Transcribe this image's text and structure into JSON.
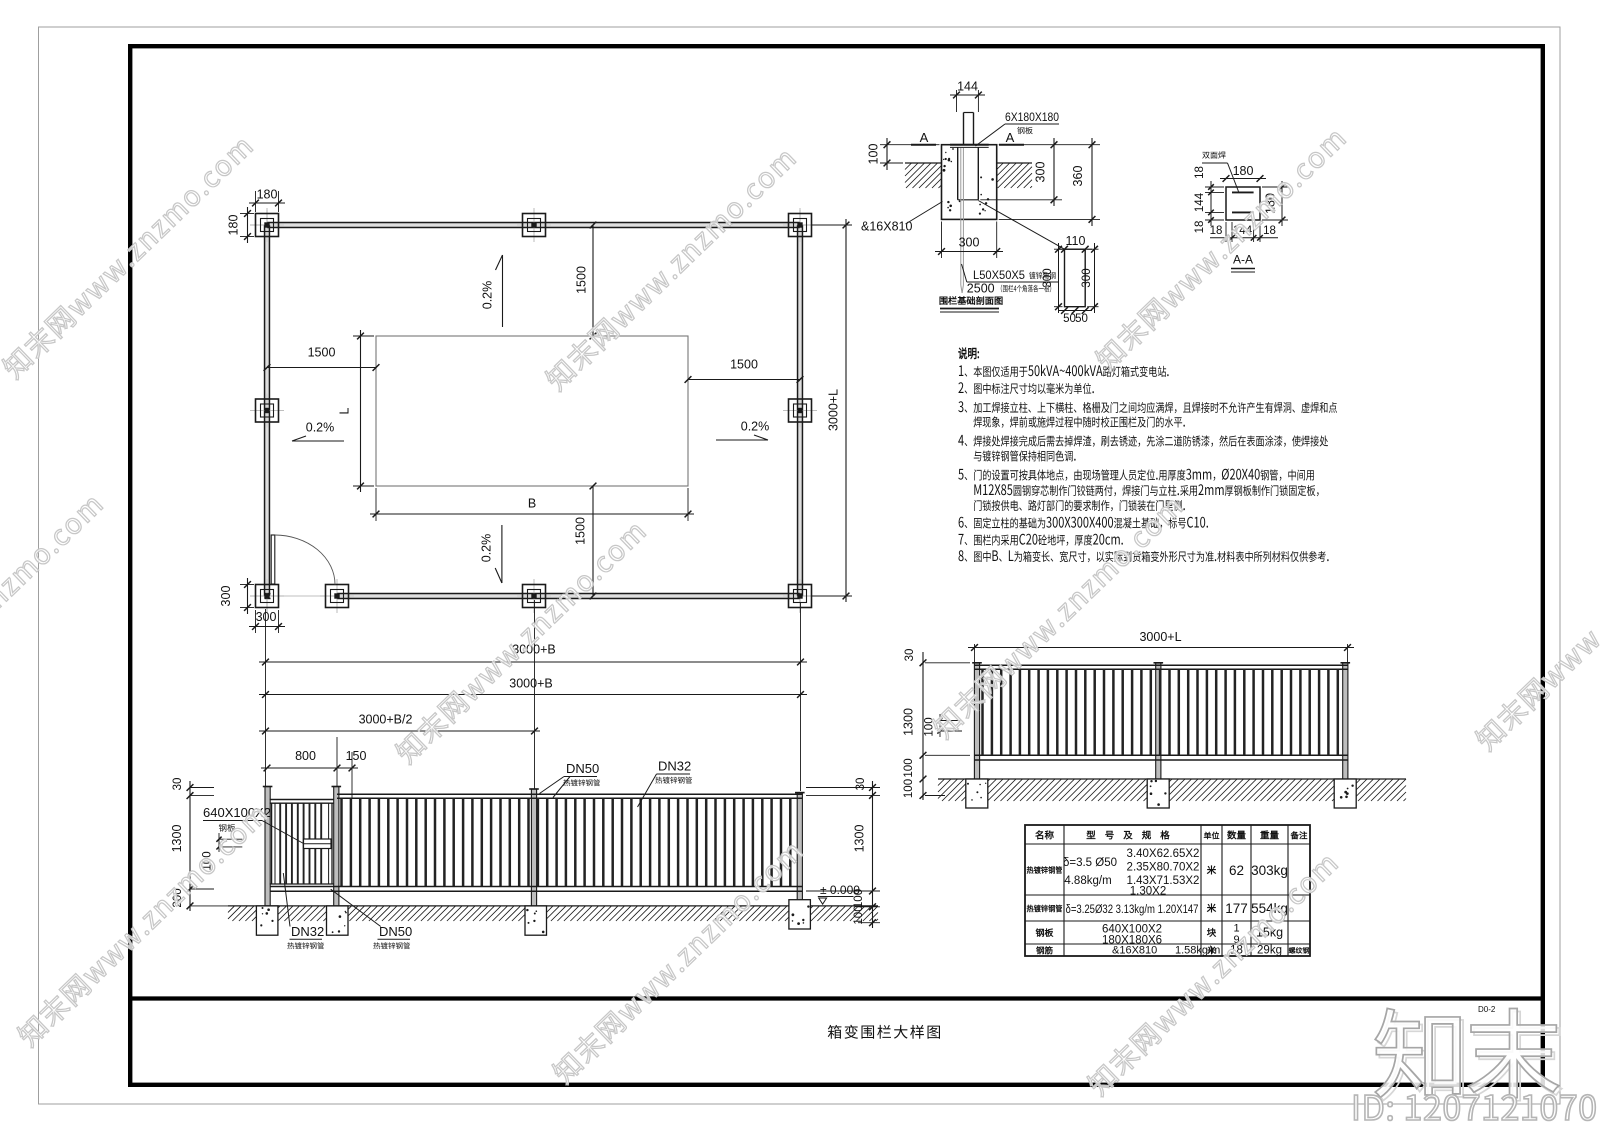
{
  "sheet": {
    "title": "箱变围栏大样图",
    "number": "D0-2"
  },
  "watermark": {
    "site_text": "知末网www.znzmo.com",
    "logo_text": "知末",
    "id_text": "ID: 1207121070",
    "color": "#c8c8c8"
  },
  "plan_view": {
    "dims": {
      "post_w": "180",
      "post_h": "180",
      "found_w": "300",
      "found_h": "300",
      "inset_top": "1500",
      "inset_left": "1500",
      "inset_right": "1500",
      "inset_bottom": "1500",
      "slope_top": "0.2%",
      "slope_bottom": "0.2%",
      "slope_left": "0.2%",
      "slope_right": "0.2%",
      "box_width": "B",
      "box_length": "L",
      "overall_width": "3000+B",
      "overall_length": "3000+L",
      "anchor_bar": "&16X810"
    }
  },
  "foundation_section": {
    "title": "围栏基础剖面图",
    "labels": {
      "d144": "144",
      "plate_spec": "6X180X180",
      "plate_name": "钢板",
      "mark_a_left": "A",
      "mark_a_right": "A",
      "d100": "100",
      "d300_embed": "300",
      "d360": "360",
      "anchor_bar": "&16X810",
      "d300_width": "300",
      "angle_spec": "L50X50X5",
      "angle_name": "镀锌角钢",
      "angle_len": "2500",
      "angle_note": "（围栏4个角落各一根）"
    },
    "detail": {
      "d110": "110",
      "d300_left": "300",
      "d300_right": "300",
      "d50_a": "50",
      "d50_b": "50"
    }
  },
  "section_aa": {
    "title": "A-A",
    "labels": {
      "weld": "双面焊",
      "d180_top": "180",
      "d180_right": "180",
      "l18_a": "18",
      "l144": "144",
      "l18_b": "18",
      "b18_a": "18",
      "b144": "144",
      "b18_b": "18"
    }
  },
  "notes": {
    "heading": "说明:",
    "lines": [
      "1、本图仅适用于50kVA~400kVA路灯箱式变电站.",
      "2、图中标注尺寸均以毫米为单位.",
      "3、加工焊接立柱、上下横柱、格栅及门之间均应满焊，且焊接时不允许产生有焊洞、虚焊和点",
      "焊现象，焊前或施焊过程中随时校正围栏及门的水平.",
      "4、焊接处焊接完成后需去掉焊渣，刷去锈迹，先涂二道防锈漆，然后在表面涂漆，使焊接处",
      "与镀锌钢管保持相同色调.",
      "5、门的设置可按具体地点，由现场管理人员定位.用厚度3mm，Ø20X40钢管，中间用",
      "M12X85圆钢穿芯制作门铰链两付，焊接门与立柱.采用2mm厚钢板制作门锁固定板，",
      "门锁按供电、路灯部门的要求制作，门锁装在门里侧.",
      "6、固定立柱的基础为300X300X400混凝土基础，标号C10.",
      "7、围栏内采用C20砼地坪，厚度20cm.",
      "8、图中B、L为箱变长、宽尺寸，以实际到货箱变外形尺寸为准.材料表中所列材料仅供参考."
    ],
    "indent_flags": [
      0,
      0,
      0,
      1,
      0,
      1,
      0,
      1,
      1,
      0,
      0,
      0
    ]
  },
  "elevation_front": {
    "dims": {
      "overall": "3000+B",
      "half": "3000+B/2",
      "gate_width": "800",
      "d150": "150",
      "cap_left": "30",
      "height_left": "1300",
      "below_left": "200",
      "cap_right": "30",
      "height_right": "1300",
      "ground_a": "100",
      "ground_b": "100",
      "bar_gap": "100",
      "level": "± 0.000"
    },
    "labels": {
      "lock_plate": "640X100X2",
      "lock_plate_name": "钢板",
      "dn50_top": "DN50",
      "dn32_top": "DN32",
      "dn32_bottom": "DN32",
      "dn50_bottom": "DN50",
      "pipe_note": "热镀锌钢管"
    }
  },
  "elevation_side": {
    "dims": {
      "overall": "3000+L",
      "cap": "30",
      "height": "1300",
      "bar_gap": "100",
      "ground_a": "100",
      "ground_b": "100"
    }
  },
  "material_table": {
    "headers": [
      "名称",
      "型号及规格",
      "单位",
      "数量",
      "重量",
      "备注"
    ],
    "rows": [
      {
        "name": "热镀锌钢管",
        "spec_a": [
          "δ=3.5 Ø50",
          "4.88kg/m"
        ],
        "spec_b": [
          "3.40X62.65X2",
          "2.35X80.70X2",
          "1.43X71.53X2",
          "1.30X2"
        ],
        "unit": "米",
        "qty": "62",
        "weight": "303kg",
        "remark": ""
      },
      {
        "name": "热镀锌钢管",
        "spec": "δ=3.25Ø32 3.13kg/m 1.20X147",
        "unit": "米",
        "qty": "177",
        "weight": "554kg",
        "remark": ""
      },
      {
        "name": "钢板",
        "spec_lines": [
          "640X100X2",
          "180X180X6"
        ],
        "qty_lines": [
          "1",
          "9"
        ],
        "unit": "块",
        "weight": "15kg",
        "remark": ""
      },
      {
        "name": "钢筋",
        "spec": "&16X810",
        "spec2": "1.58kg/m",
        "unit": "米",
        "qty": "18",
        "weight": "29kg",
        "remark": "螺纹钢"
      }
    ]
  }
}
